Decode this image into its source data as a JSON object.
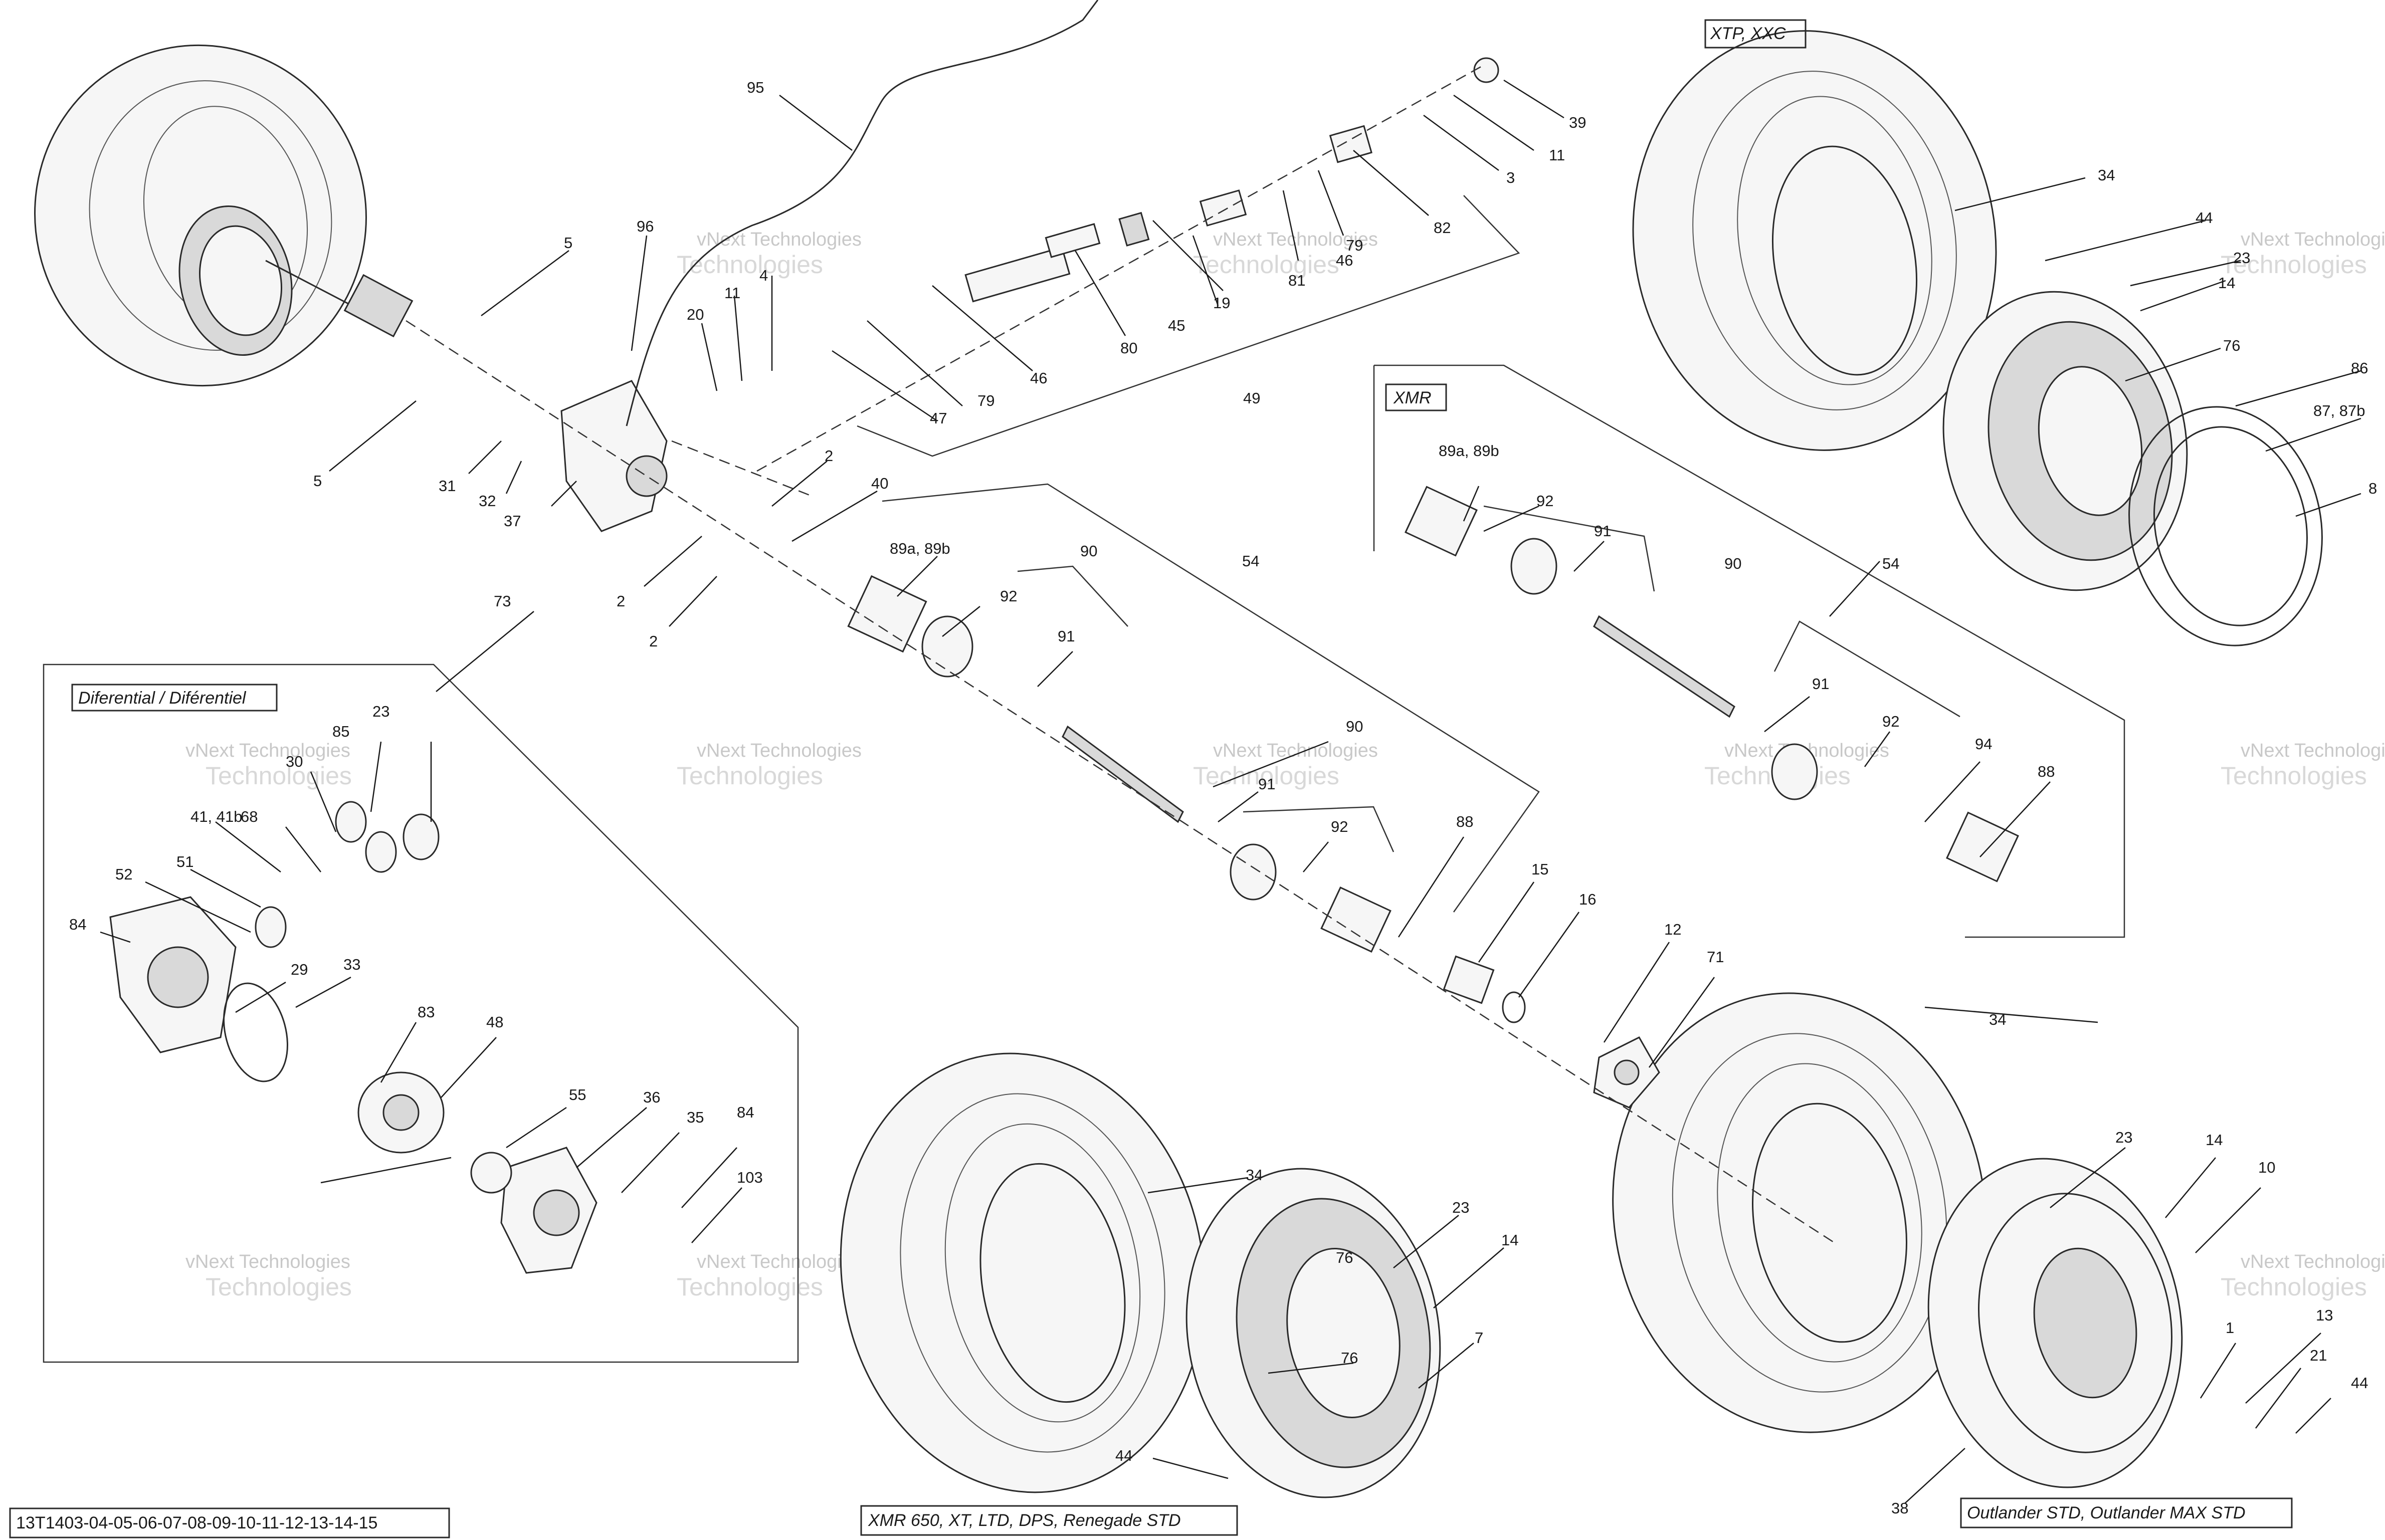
{
  "diagram": {
    "reference_code": "13T1403-04-05-06-07-08-09-10-11-12-13-14-15",
    "watermark_line1": "vNext Technologies",
    "watermark_line2": "Technologies",
    "watermark_line3": "vNext",
    "group_labels": {
      "differential": "Diferential / Diférentiel",
      "xmr": "XMR",
      "xtp_xxc": "XTP, XXC",
      "xmr650": "XMR 650, XT, LTD, DPS, Renegade STD",
      "outlander": "Outlander STD, Outlander MAX STD"
    },
    "callouts": [
      "95",
      "39",
      "11",
      "3",
      "82",
      "79",
      "46",
      "81",
      "19",
      "45",
      "80",
      "46",
      "79",
      "47",
      "5",
      "96",
      "4",
      "11",
      "20",
      "5",
      "31",
      "32",
      "37",
      "2",
      "2",
      "2",
      "73",
      "49",
      "54",
      "40",
      "89a, 89b",
      "92",
      "90",
      "91",
      "90",
      "91",
      "92",
      "88",
      "15",
      "16",
      "12",
      "71",
      "54",
      "89a, 89b",
      "92",
      "91",
      "90",
      "91",
      "92",
      "94",
      "88",
      "34",
      "44",
      "23",
      "14",
      "76",
      "86",
      "87, 87b",
      "8",
      "34",
      "23",
      "14",
      "76",
      "44",
      "7",
      "34",
      "76",
      "23",
      "14",
      "10",
      "1",
      "13",
      "21",
      "44",
      "38",
      "85",
      "23",
      "30",
      "41, 41b",
      "68",
      "51",
      "52",
      "84",
      "29",
      "33",
      "83",
      "48",
      "55",
      "36",
      "35",
      "84",
      "103"
    ]
  }
}
